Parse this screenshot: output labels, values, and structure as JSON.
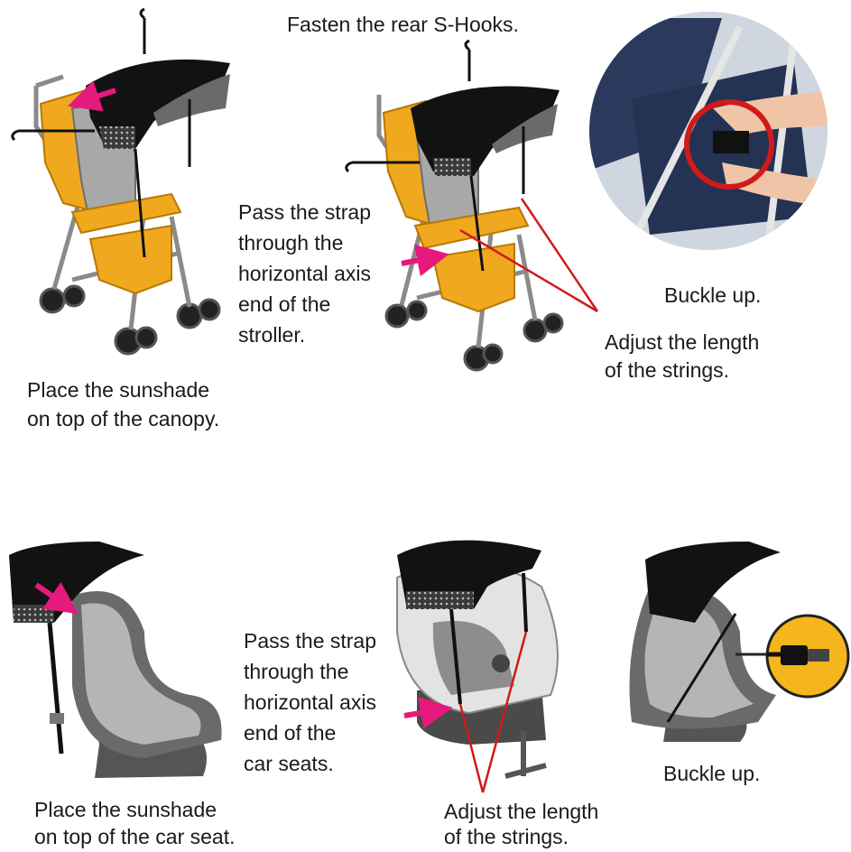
{
  "captions": {
    "fasten_hooks": "Fasten the rear S-Hooks.",
    "stroller_place_1": "Place the sunshade",
    "stroller_place_2": "on top of the canopy.",
    "stroller_strap_1": "Pass the strap",
    "stroller_strap_2": "through the",
    "stroller_strap_3": "horizontal axis",
    "stroller_strap_4": "end of the",
    "stroller_strap_5": "stroller.",
    "stroller_buckle": "Buckle up.",
    "stroller_adjust_1": "Adjust the length",
    "stroller_adjust_2": "of the strings.",
    "car_place_1": "Place the sunshade",
    "car_place_2": "on top of the car seat.",
    "car_strap_1": "Pass the strap",
    "car_strap_2": "through the",
    "car_strap_3": "horizontal axis",
    "car_strap_4": "end of the",
    "car_strap_5": "car seats.",
    "car_buckle": "Buckle up.",
    "car_adjust_1": "Adjust the length",
    "car_adjust_2": "of the strings."
  },
  "colors": {
    "sunshade": "#121212",
    "stroller_frame": "#f0a81e",
    "seat_gray": "#9a9a9a",
    "seat_light": "#cfcfcf",
    "arrow_pink": "#e6197d",
    "guide_red": "#d11a1a",
    "callout_yellow": "#f5b51c"
  },
  "icons": [
    "arrow-pink-icon",
    "s-hook-icon",
    "buckle-icon"
  ]
}
